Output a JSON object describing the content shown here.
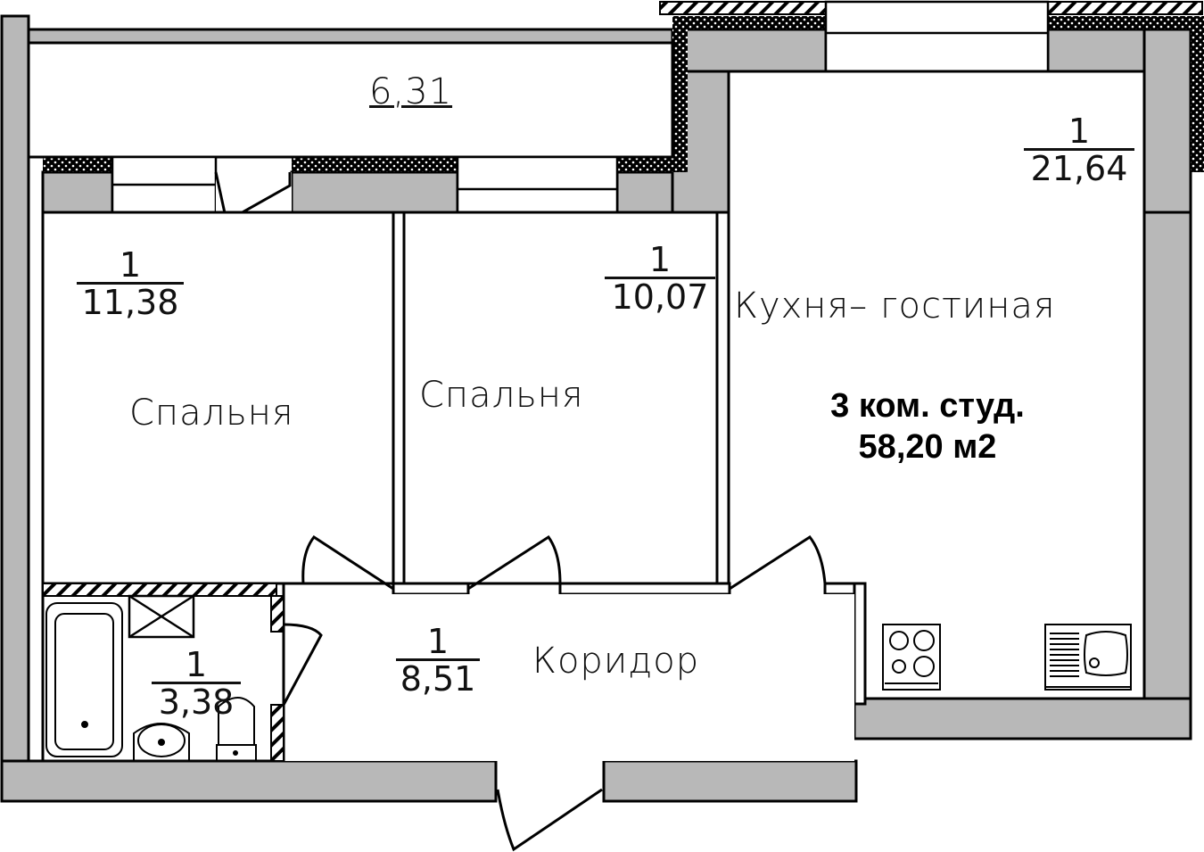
{
  "plan": {
    "title": "3 ком. студ.",
    "total_area": "58,20 м2"
  },
  "rooms": {
    "balcony": {
      "area": "6,31"
    },
    "bedroom1": {
      "name": "Спальня",
      "count": "1",
      "area": "11,38"
    },
    "bedroom2": {
      "name": "Спальня",
      "count": "1",
      "area": "10,07"
    },
    "kitchen_living": {
      "name": "Кухня– гостиная",
      "count": "1",
      "area": "21,64"
    },
    "corridor": {
      "name": "Коридор",
      "count": "1",
      "area": "8,51"
    },
    "bathroom": {
      "count": "1",
      "area": "3,38"
    }
  },
  "fixtures": {
    "kitchen": [
      "stove-icon",
      "sink-icon"
    ],
    "bathroom": [
      "bathtub-icon",
      "ventilation-shaft-icon",
      "washbasin-icon",
      "toilet-icon"
    ]
  },
  "colors": {
    "wall": "#b8b8b8",
    "line": "#000000",
    "background": "#ffffff"
  }
}
